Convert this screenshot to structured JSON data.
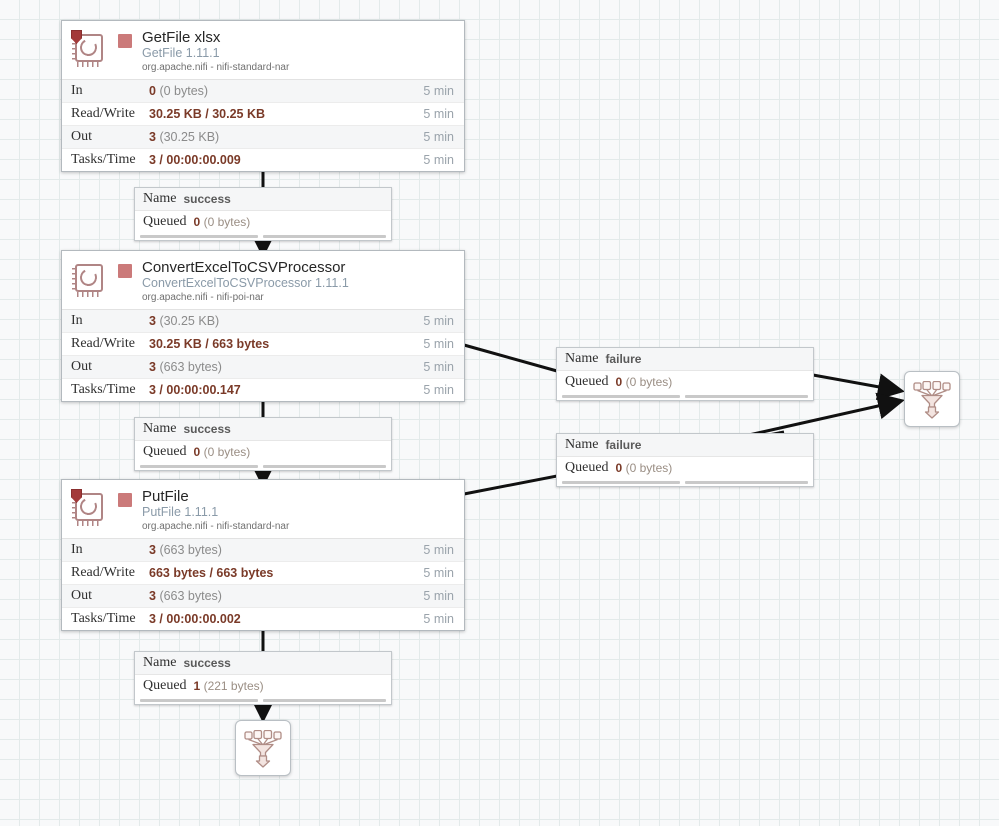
{
  "canvas": {
    "grid_color": "#e3eaea",
    "background": "#f8f9fa",
    "accent_stopped": "#cb7a7a",
    "value_color": "#7a3a28"
  },
  "processors": [
    {
      "id": "getfile-xlsx",
      "name": "GetFile xlsx",
      "type": "GetFile 1.11.1",
      "bundle": "org.apache.nifi - nifi-standard-nar",
      "has_shield": true,
      "status": "stopped",
      "stats": [
        {
          "label": "In",
          "value": "0",
          "paren": "(0 bytes)",
          "time": "5 min"
        },
        {
          "label": "Read/Write",
          "value": "30.25 KB / 30.25 KB",
          "paren": "",
          "time": "5 min"
        },
        {
          "label": "Out",
          "value": "3",
          "paren": "(30.25 KB)",
          "time": "5 min"
        },
        {
          "label": "Tasks/Time",
          "value": "3 / 00:00:00.009",
          "paren": "",
          "time": "5 min"
        }
      ]
    },
    {
      "id": "convertexceltocsvprocessor",
      "name": "ConvertExcelToCSVProcessor",
      "type": "ConvertExcelToCSVProcessor 1.11.1",
      "bundle": "org.apache.nifi - nifi-poi-nar",
      "has_shield": false,
      "status": "stopped",
      "stats": [
        {
          "label": "In",
          "value": "3",
          "paren": "(30.25 KB)",
          "time": "5 min"
        },
        {
          "label": "Read/Write",
          "value": "30.25 KB / 663 bytes",
          "paren": "",
          "time": "5 min"
        },
        {
          "label": "Out",
          "value": "3",
          "paren": "(663 bytes)",
          "time": "5 min"
        },
        {
          "label": "Tasks/Time",
          "value": "3 / 00:00:00.147",
          "paren": "",
          "time": "5 min"
        }
      ]
    },
    {
      "id": "putfile",
      "name": "PutFile",
      "type": "PutFile 1.11.1",
      "bundle": "org.apache.nifi - nifi-standard-nar",
      "has_shield": true,
      "status": "stopped",
      "stats": [
        {
          "label": "In",
          "value": "3",
          "paren": "(663 bytes)",
          "time": "5 min"
        },
        {
          "label": "Read/Write",
          "value": "663 bytes / 663 bytes",
          "paren": "",
          "time": "5 min"
        },
        {
          "label": "Out",
          "value": "3",
          "paren": "(663 bytes)",
          "time": "5 min"
        },
        {
          "label": "Tasks/Time",
          "value": "3 / 00:00:00.002",
          "paren": "",
          "time": "5 min"
        }
      ]
    }
  ],
  "connections": [
    {
      "id": "getfile-success",
      "name_key": "Name",
      "name_value": "success",
      "queued_key": "Queued",
      "queued_count": "0",
      "queued_size": "(0 bytes)"
    },
    {
      "id": "convert-success",
      "name_key": "Name",
      "name_value": "success",
      "queued_key": "Queued",
      "queued_count": "0",
      "queued_size": "(0 bytes)"
    },
    {
      "id": "convert-failure",
      "name_key": "Name",
      "name_value": "failure",
      "queued_key": "Queued",
      "queued_count": "0",
      "queued_size": "(0 bytes)"
    },
    {
      "id": "putfile-failure",
      "name_key": "Name",
      "name_value": "failure",
      "queued_key": "Queued",
      "queued_count": "0",
      "queued_size": "(0 bytes)"
    },
    {
      "id": "putfile-success",
      "name_key": "Name",
      "name_value": "success",
      "queued_key": "Queued",
      "queued_count": "1",
      "queued_size": "(221 bytes)"
    }
  ],
  "funnels": [
    {
      "id": "funnel-right"
    },
    {
      "id": "funnel-bottom"
    }
  ]
}
